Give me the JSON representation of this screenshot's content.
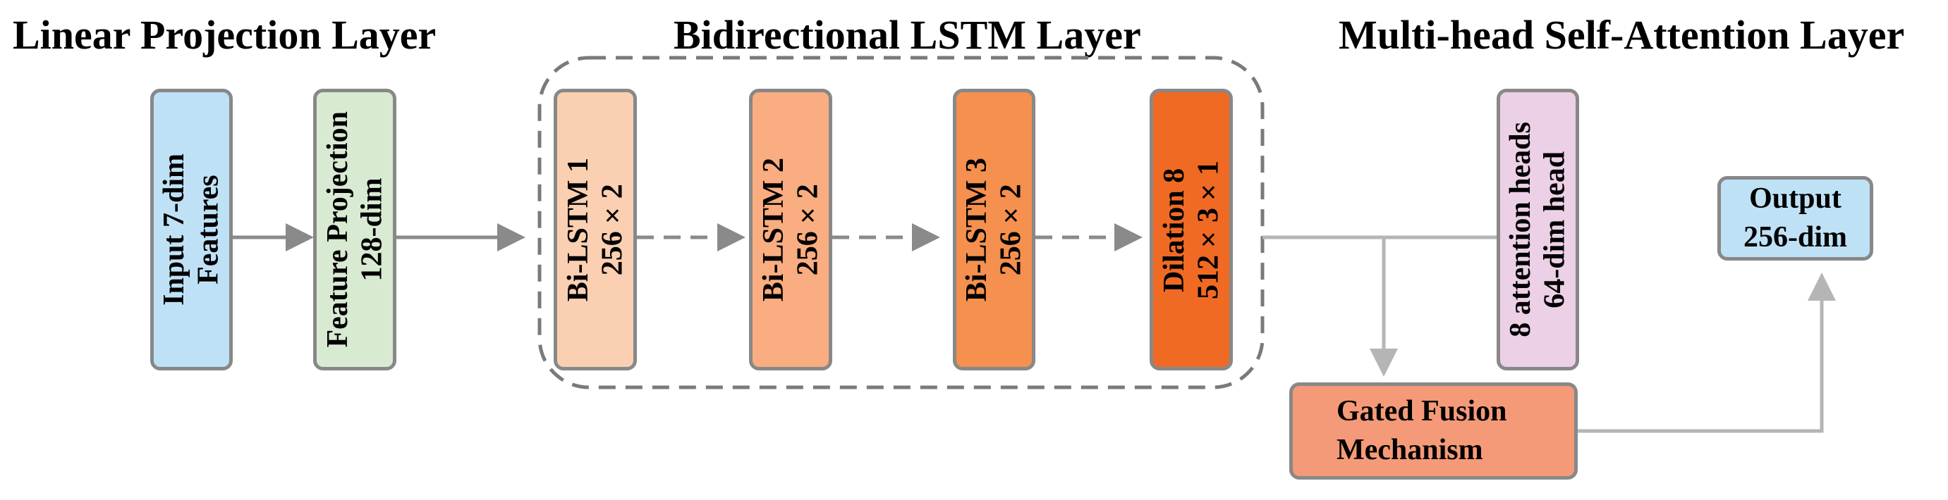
{
  "titles": {
    "linear": "Linear Projection Layer",
    "bilstm": "Bidirectional LSTM Layer",
    "attention": "Multi-head Self-Attention Layer"
  },
  "nodes": {
    "input": {
      "line1": "Input 7-dim",
      "line2": "Features",
      "color": "#bfe1f6"
    },
    "projection": {
      "line1": "Feature Projection",
      "line2": "128-dim",
      "color": "#d9ead3"
    },
    "bilstm1": {
      "line1": "Bi-LSTM 1",
      "line2": "256×2",
      "color": "#fbcfb1"
    },
    "bilstm2": {
      "line1": "Bi-LSTM 2",
      "line2": "256×2",
      "color": "#f9ad80"
    },
    "bilstm3": {
      "line1": "Bi-LSTM 3",
      "line2": "256×2",
      "color": "#f5904f"
    },
    "dilation": {
      "line1": "Dilation 8",
      "line2": "512×3×1",
      "color": "#f06a24"
    },
    "attention": {
      "line1": "8 attention heads",
      "line2": "64-dim head",
      "color": "#ecd0e6"
    },
    "gated": {
      "line1": "Gated Fusion",
      "line2": "Mechanism",
      "color": "#f59a78"
    },
    "output": {
      "line1": "Output",
      "line2": "256-dim",
      "color": "#bfe1f6"
    }
  },
  "colors": {
    "border": "#888888",
    "arrow": "#8a8a8a",
    "light_wire": "#b5b5b5",
    "group_border": "#7a7a7a"
  }
}
